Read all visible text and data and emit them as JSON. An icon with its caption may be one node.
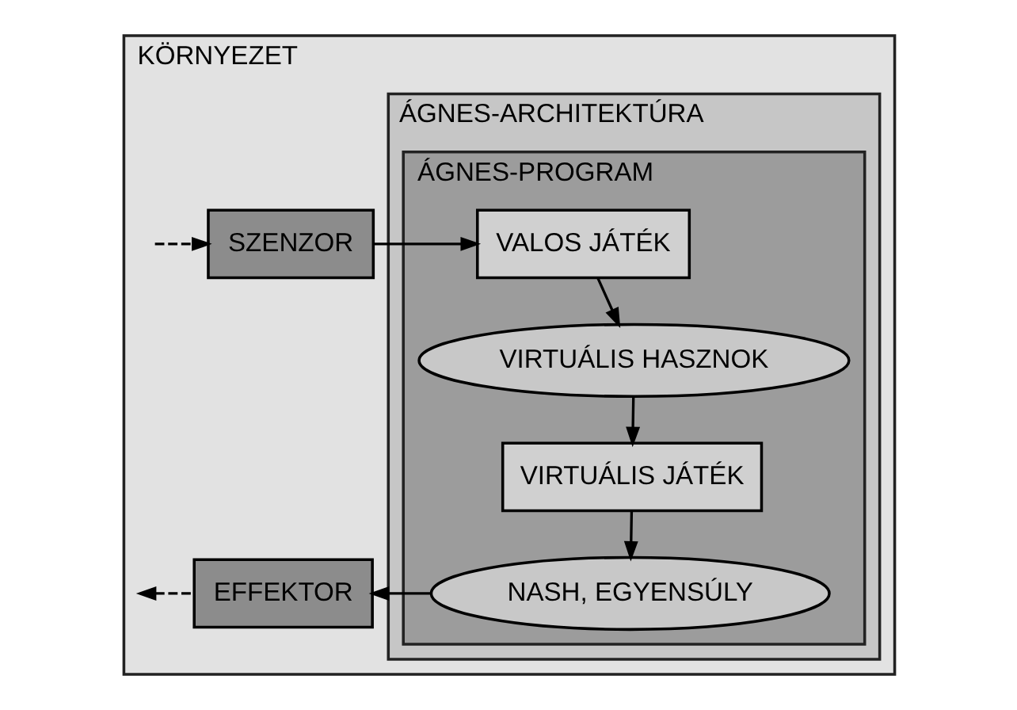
{
  "diagram": {
    "nodes": [
      {
        "text": [
          "KÖRNYEZET"
        ]
      },
      {
        "text": [
          "ÁGNES-ARCHITEKTÚRA"
        ],
        "in": 0
      },
      {
        "text": [
          "SZENZOR"
        ],
        "in": 0
      },
      {
        "text": [
          "ÁGNES-PROGRAM"
        ],
        "in": 1
      },
      {
        "text": [
          "VALOS JÁTÉK"
        ],
        "in": 3
      },
      {
        "text": [
          "VIRTUÁLIS HASZNOK"
        ],
        "in": 3
      },
      {
        "text": [
          "VIRTUÁLIS JÁTÉK"
        ],
        "in": 3
      },
      {
        "text": [
          "NASH, EGYENSÚLY"
        ],
        "in": 3
      },
      {
        "text": [
          "EFFEKTOR"
        ],
        "in": 0
      }
    ],
    "edges": [
      {
        "from": null,
        "to": 2,
        "arrow": "to",
        "style": "dashed"
      },
      {
        "from": 2,
        "to": 4,
        "arrow": "to"
      },
      {
        "from": 4,
        "to": 5,
        "arrow": "to"
      },
      {
        "from": 5,
        "to": 6,
        "arrow": "to"
      },
      {
        "from": 6,
        "to": 7,
        "arrow": "to"
      },
      {
        "from": 7,
        "to": 8,
        "arrow": "to"
      },
      {
        "from": 8,
        "to": null,
        "arrow": "to",
        "style": "dashed"
      }
    ]
  }
}
